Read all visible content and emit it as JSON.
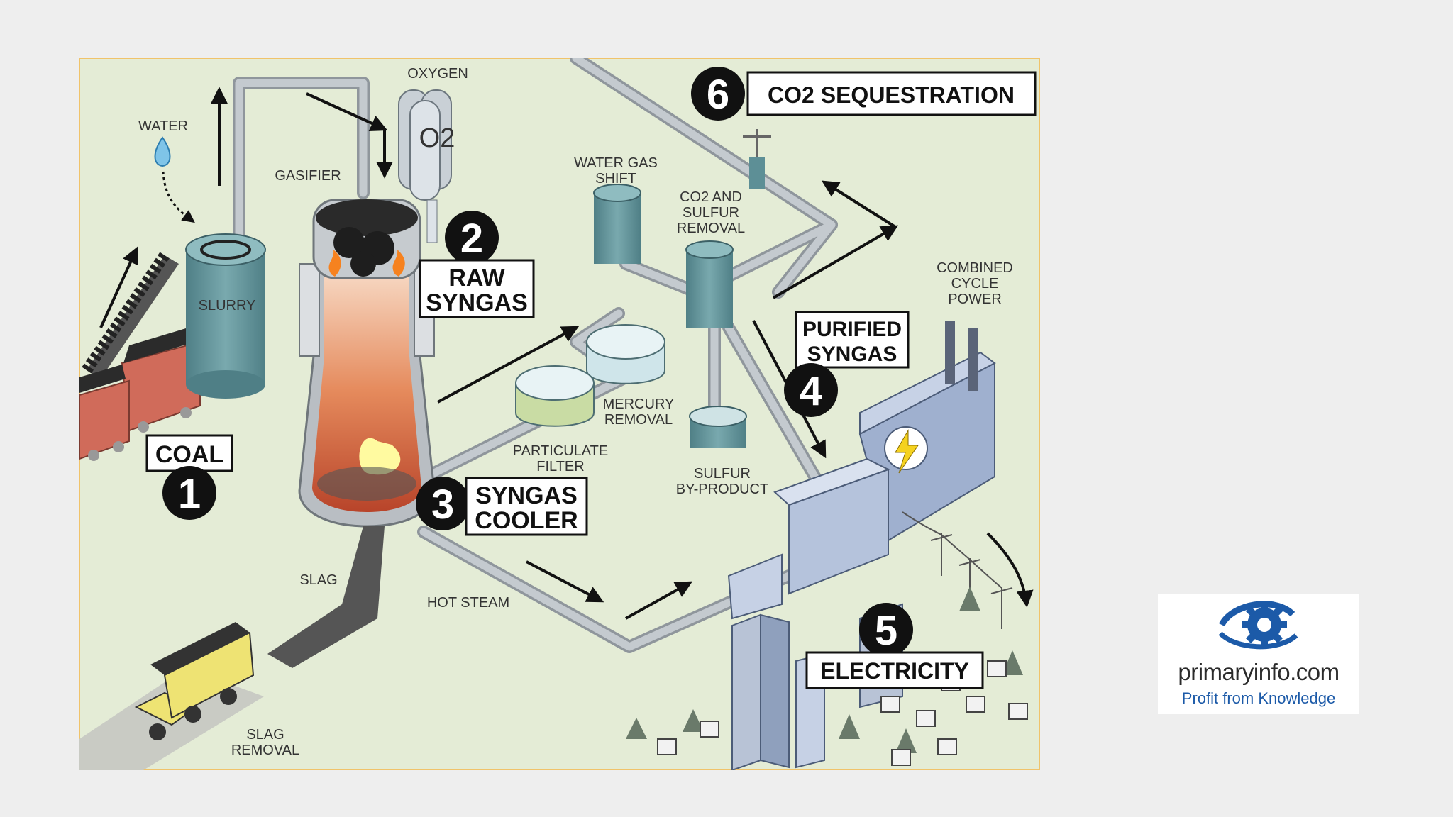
{
  "diagram": {
    "labels": {
      "oxygen": "OXYGEN",
      "o2_tank": "O2",
      "water": "WATER",
      "gasifier": "GASIFIER",
      "slurry": "SLURRY",
      "water_gas_shift_1": "WATER GAS",
      "water_gas_shift_2": "SHIFT",
      "co2_sulfur_1": "CO2 AND",
      "co2_sulfur_2": "SULFUR",
      "co2_sulfur_3": "REMOVAL",
      "combined_1": "COMBINED",
      "combined_2": "CYCLE",
      "combined_3": "POWER",
      "mercury_1": "MERCURY",
      "mercury_2": "REMOVAL",
      "particulate_1": "PARTICULATE",
      "particulate_2": "FILTER",
      "sulfur_1": "SULFUR",
      "sulfur_2": "BY-PRODUCT",
      "slag": "SLAG",
      "hot_steam": "HOT STEAM",
      "slag_removal_1": "SLAG",
      "slag_removal_2": "REMOVAL"
    },
    "steps": {
      "coal": {
        "number": "1",
        "label": "COAL"
      },
      "raw_syngas": {
        "number": "2",
        "label_line1": "RAW",
        "label_line2": "SYNGAS"
      },
      "syngas_cooler": {
        "number": "3",
        "label_line1": "SYNGAS",
        "label_line2": "COOLER"
      },
      "purified_syngas": {
        "number": "4",
        "label_line1": "PURIFIED",
        "label_line2": "SYNGAS"
      },
      "electricity": {
        "number": "5",
        "label": "ELECTRICITY"
      },
      "co2_sequestration": {
        "number": "6",
        "label": "CO2 SEQUESTRATION"
      }
    }
  },
  "logo": {
    "wordmark": "primaryinfo.com",
    "tagline": "Profit from Knowledge"
  },
  "colors": {
    "background": "#eeeeee",
    "diagram_bg": "#e4ecd6",
    "pipe": "#b5bcc2",
    "tank": "#5d8f96",
    "accent_blue": "#1c5aa8"
  }
}
